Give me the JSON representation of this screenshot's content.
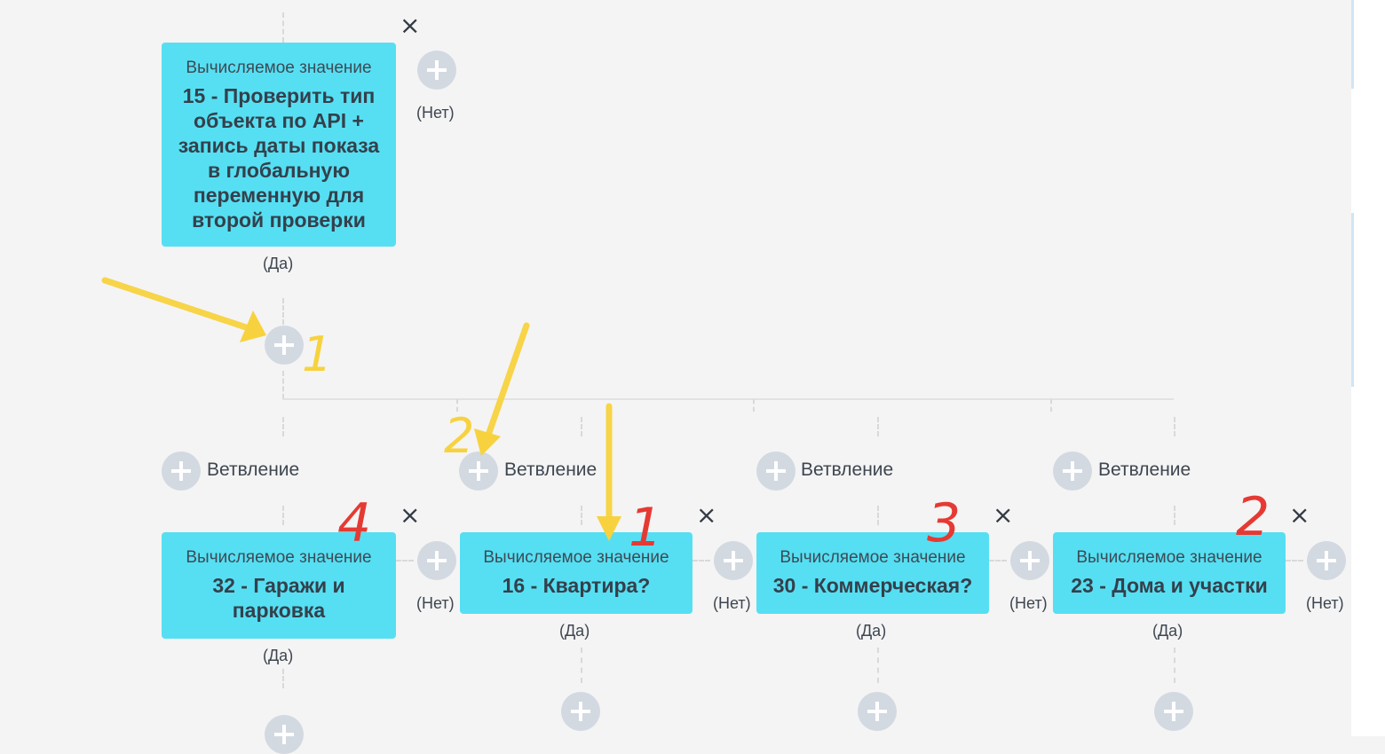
{
  "top_node": {
    "kind": "Вычисляемое значение",
    "title": "15 - Проверить тип объекта по API + запись даты показа в глобальную переменную для второй проверки",
    "yes_label": "(Да)",
    "no_label": "(Нет)",
    "close_icon": "×"
  },
  "branches": [
    {
      "branch_label": "Ветвление",
      "kind": "Вычисляемое значение",
      "title": "32 - Гаражи и парковка",
      "yes_label": "(Да)",
      "no_label": "(Нет)",
      "close_icon": "×",
      "annotation": "4"
    },
    {
      "branch_label": "Ветвление",
      "kind": "Вычисляемое значение",
      "title": "16 - Квартира?",
      "yes_label": "(Да)",
      "no_label": "(Нет)",
      "close_icon": "×",
      "annotation": "1"
    },
    {
      "branch_label": "Ветвление",
      "kind": "Вычисляемое значение",
      "title": "30 - Коммерческая?",
      "yes_label": "(Да)",
      "no_label": "(Нет)",
      "close_icon": "×",
      "annotation": "3"
    },
    {
      "branch_label": "Ветвление",
      "kind": "Вычисляемое значение",
      "title": "23 - Дома и участки",
      "yes_label": "(Да)",
      "no_label": "(Нет)",
      "close_icon": "×",
      "annotation": "2"
    }
  ],
  "annotations": {
    "yellow_1": "1",
    "yellow_2": "2",
    "colors": {
      "yellow": "#f7d23e",
      "red": "#e53a33",
      "node": "#56dff2",
      "plus": "#d3d9e1"
    }
  },
  "icons": {
    "add": "plus-circle-icon",
    "remove": "close-icon"
  }
}
